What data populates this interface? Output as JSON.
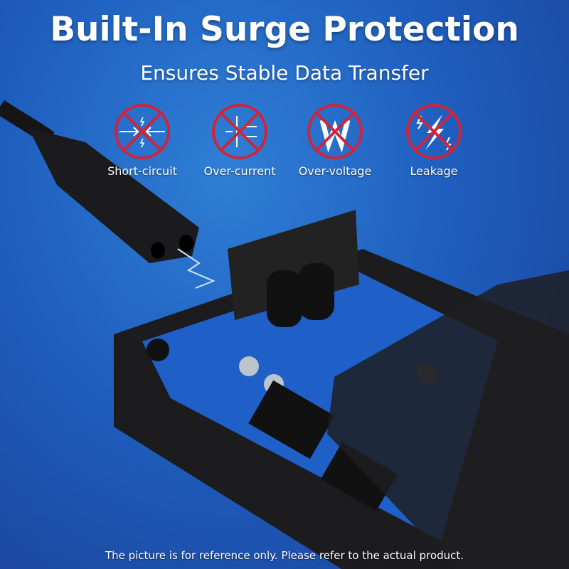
{
  "headline": "Built-In Surge Protection",
  "subheadline": "Ensures Stable Data Transfer",
  "features": [
    {
      "label": "Short-circuit",
      "icon": "short-circuit-prohibited-icon"
    },
    {
      "label": "Over-current",
      "icon": "over-current-prohibited-icon"
    },
    {
      "label": "Over-voltage",
      "icon": "over-voltage-prohibited-icon"
    },
    {
      "label": "Leakage",
      "icon": "leakage-prohibited-icon"
    }
  ],
  "disclaimer": "The picture is for reference only. Please refer to the actual product.",
  "colors": {
    "prohibit_red": "#d0243a",
    "background_blue": "#1f5fbf"
  }
}
